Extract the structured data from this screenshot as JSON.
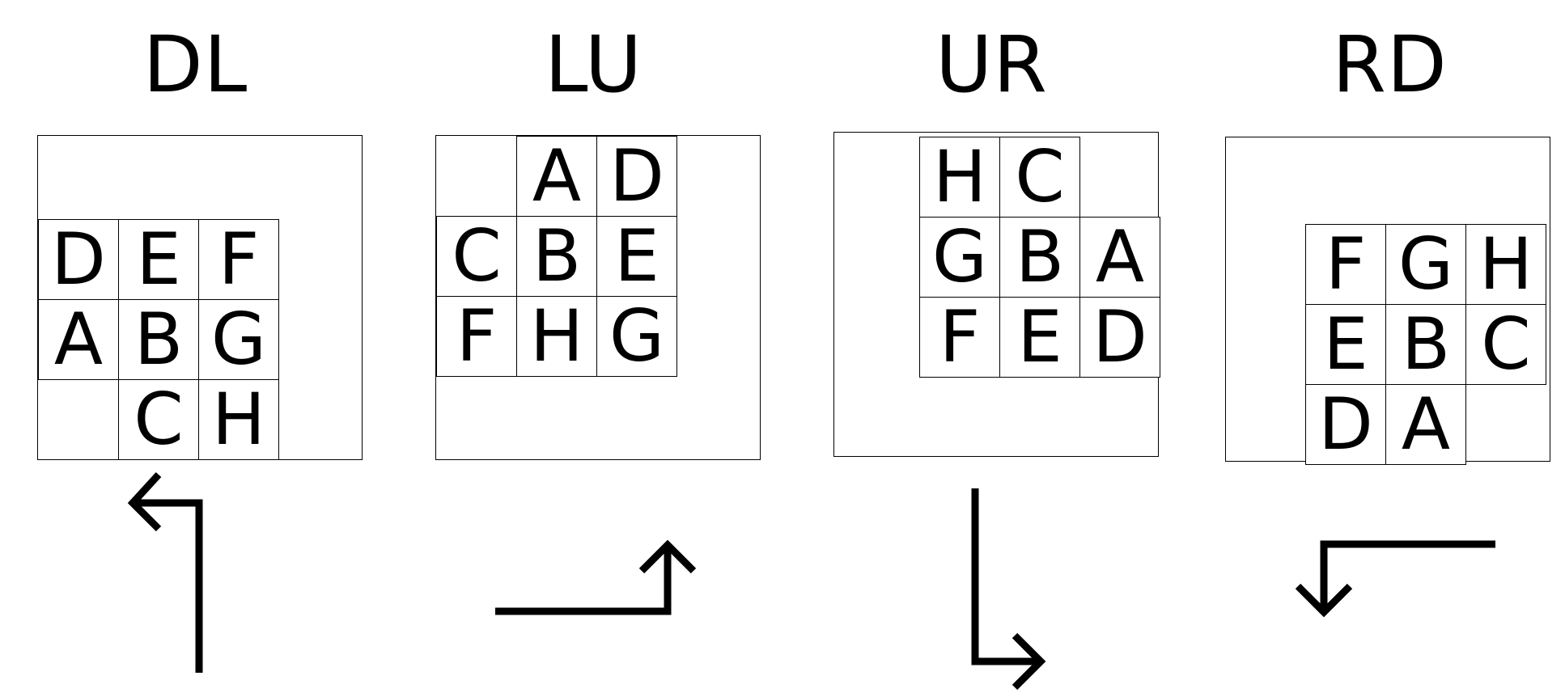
{
  "panels": [
    {
      "id": "dl",
      "title": "DL",
      "direction": "down-left",
      "tiles": [
        {
          "letter": "D",
          "row": 0,
          "col": 0
        },
        {
          "letter": "E",
          "row": 0,
          "col": 1
        },
        {
          "letter": "F",
          "row": 0,
          "col": 2
        },
        {
          "letter": "A",
          "row": 1,
          "col": 0
        },
        {
          "letter": "B",
          "row": 1,
          "col": 1
        },
        {
          "letter": "G",
          "row": 1,
          "col": 2
        },
        {
          "letter": "C",
          "row": 2,
          "col": 1
        },
        {
          "letter": "H",
          "row": 2,
          "col": 2
        }
      ]
    },
    {
      "id": "lu",
      "title": "LU",
      "direction": "left-up",
      "tiles": [
        {
          "letter": "A",
          "row": 0,
          "col": 1
        },
        {
          "letter": "D",
          "row": 0,
          "col": 2
        },
        {
          "letter": "C",
          "row": 1,
          "col": 0
        },
        {
          "letter": "B",
          "row": 1,
          "col": 1
        },
        {
          "letter": "E",
          "row": 1,
          "col": 2
        },
        {
          "letter": "F",
          "row": 2,
          "col": 0
        },
        {
          "letter": "H",
          "row": 2,
          "col": 1
        },
        {
          "letter": "G",
          "row": 2,
          "col": 2
        }
      ]
    },
    {
      "id": "ur",
      "title": "UR",
      "direction": "up-right",
      "tiles": [
        {
          "letter": "H",
          "row": 0,
          "col": 0
        },
        {
          "letter": "C",
          "row": 0,
          "col": 1
        },
        {
          "letter": "G",
          "row": 1,
          "col": 0
        },
        {
          "letter": "B",
          "row": 1,
          "col": 1
        },
        {
          "letter": "A",
          "row": 1,
          "col": 2
        },
        {
          "letter": "F",
          "row": 2,
          "col": 0
        },
        {
          "letter": "E",
          "row": 2,
          "col": 1
        },
        {
          "letter": "D",
          "row": 2,
          "col": 2
        }
      ]
    },
    {
      "id": "rd",
      "title": "RD",
      "direction": "right-down",
      "tiles": [
        {
          "letter": "F",
          "row": 0,
          "col": 0
        },
        {
          "letter": "G",
          "row": 0,
          "col": 1
        },
        {
          "letter": "H",
          "row": 0,
          "col": 2
        },
        {
          "letter": "E",
          "row": 1,
          "col": 0
        },
        {
          "letter": "B",
          "row": 1,
          "col": 1
        },
        {
          "letter": "C",
          "row": 1,
          "col": 2
        },
        {
          "letter": "D",
          "row": 2,
          "col": 0
        },
        {
          "letter": "A",
          "row": 2,
          "col": 1
        }
      ]
    }
  ]
}
